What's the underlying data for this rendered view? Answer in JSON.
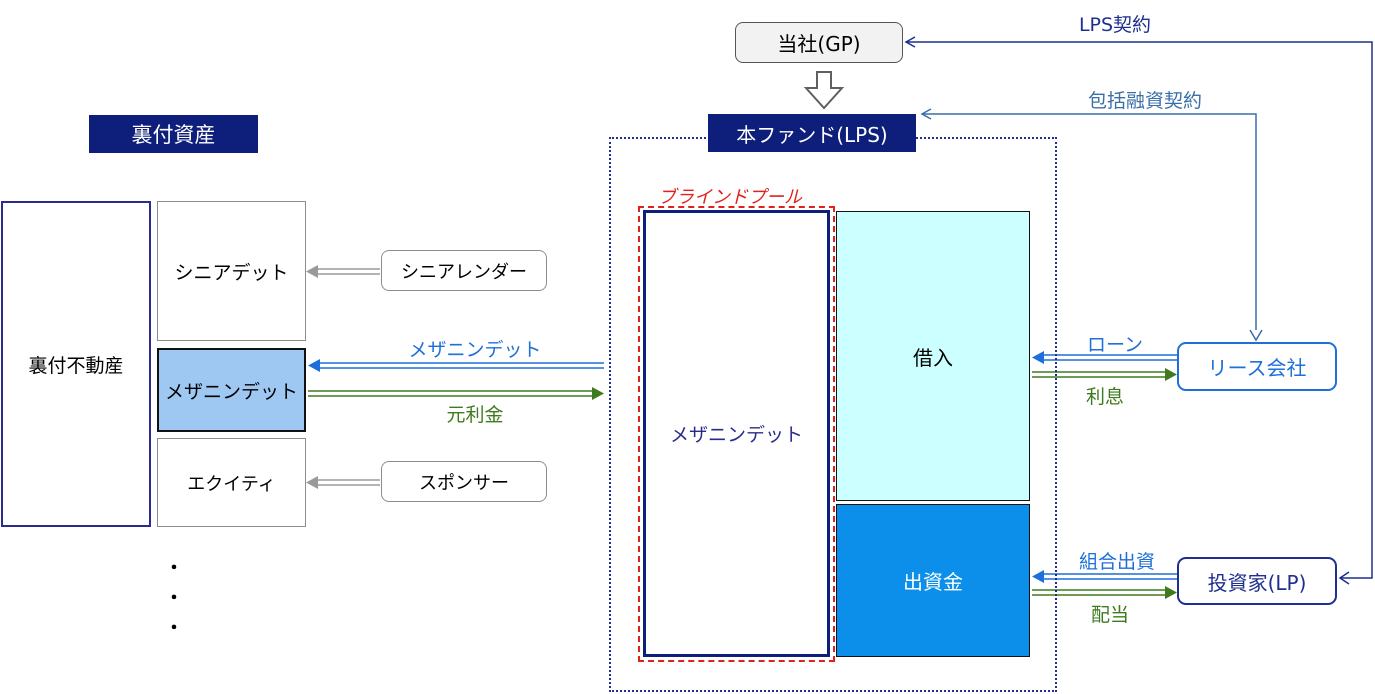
{
  "gp_box": "当社(GP)",
  "fund_title": "本ファンド(LPS)",
  "underlying_title": "裏付資産",
  "real_estate": "裏付不動産",
  "senior_debt": "シニアデット",
  "mezz_debt_left": "メザニンデット",
  "equity": "エクイティ",
  "senior_lender": "シニアレンダー",
  "sponsor": "スポンサー",
  "arrow_mezz_label": "メザニンデット",
  "arrow_principal_label": "元利金",
  "blind_pool_label": "ブラインドプール",
  "fund_mezz": "メザニンデット",
  "borrowing": "借入",
  "capital": "出資金",
  "loan_label": "ローン",
  "interest_label": "利息",
  "lease_company": "リース会社",
  "contribution_label": "組合出資",
  "dividend_label": "配当",
  "investor": "投資家(LP)",
  "lps_contract": "LPS契約",
  "credit_contract": "包括融資契約",
  "dot1": "・",
  "dot2": "・",
  "dot3": "・"
}
